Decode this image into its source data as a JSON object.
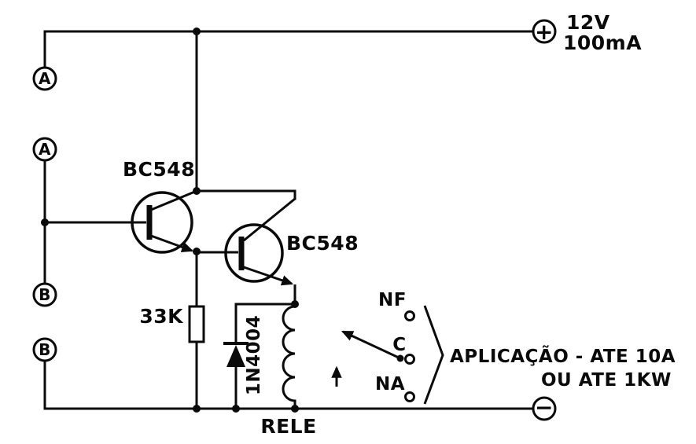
{
  "diagram": {
    "power": {
      "plus": "+",
      "minus": "−",
      "voltage": "12V",
      "current": "100mA"
    },
    "terminals": {
      "a1": "A",
      "a2": "A",
      "b1": "B",
      "b2": "B"
    },
    "components": {
      "transistor1": "BC548",
      "transistor2": "BC548",
      "resistor": "33K",
      "diode": "1N4004",
      "relay": "RELE"
    },
    "contacts": {
      "nf": "NF",
      "common": "C",
      "na": "NA"
    },
    "application": {
      "line1": "APLICAÇÃO - ATE 10A",
      "line2": "OU ATE 1KW"
    },
    "colors": {
      "ink": "#0a0a0a",
      "background": "#ffffff"
    }
  }
}
